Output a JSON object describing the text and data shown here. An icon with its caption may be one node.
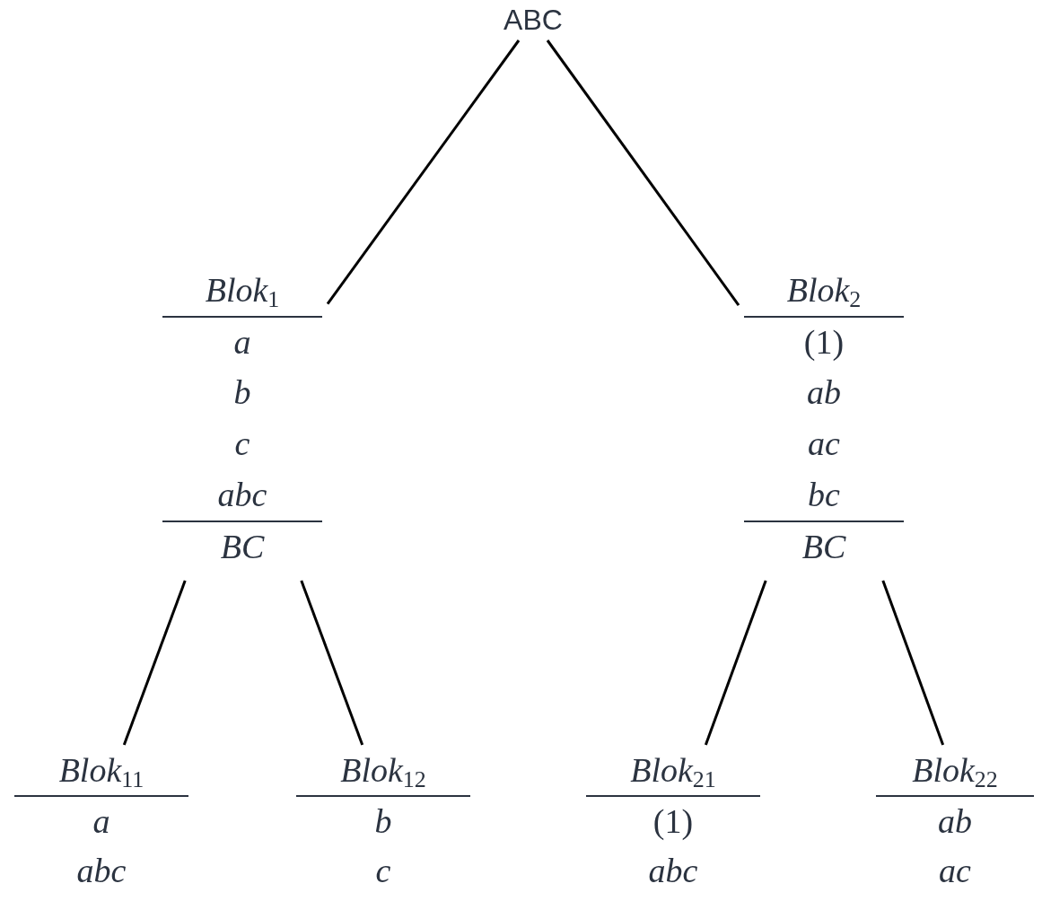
{
  "diagram": {
    "nodes": [
      {
        "text": [
          "ABC"
        ]
      },
      {
        "text": [
          "*Blok*$_{1}$",
          "a",
          "b",
          "c",
          "abc",
          "BC"
        ]
      },
      {
        "text": [
          "*Blok*$_{2}$",
          "(1)",
          "ab",
          "ac",
          "bc",
          "BC"
        ]
      },
      {
        "text": [
          "*Blok*$_{11}$",
          "a",
          "abc"
        ]
      },
      {
        "text": [
          "*Blok*$_{12}$",
          "b",
          "c"
        ]
      },
      {
        "text": [
          "*Blok*$_{21}$",
          "(1)",
          "abc"
        ]
      },
      {
        "text": [
          "*Blok*$_{22}$",
          "ab",
          "ac"
        ]
      }
    ],
    "edges": [
      {
        "from": 0,
        "to": 1,
        "arrow": "none"
      },
      {
        "from": 0,
        "to": 2,
        "arrow": "none"
      },
      {
        "from": 1,
        "to": 3,
        "arrow": "none"
      },
      {
        "from": 1,
        "to": 4,
        "arrow": "none"
      },
      {
        "from": 2,
        "to": 5,
        "arrow": "none"
      },
      {
        "from": 2,
        "to": 6,
        "arrow": "none"
      }
    ]
  }
}
